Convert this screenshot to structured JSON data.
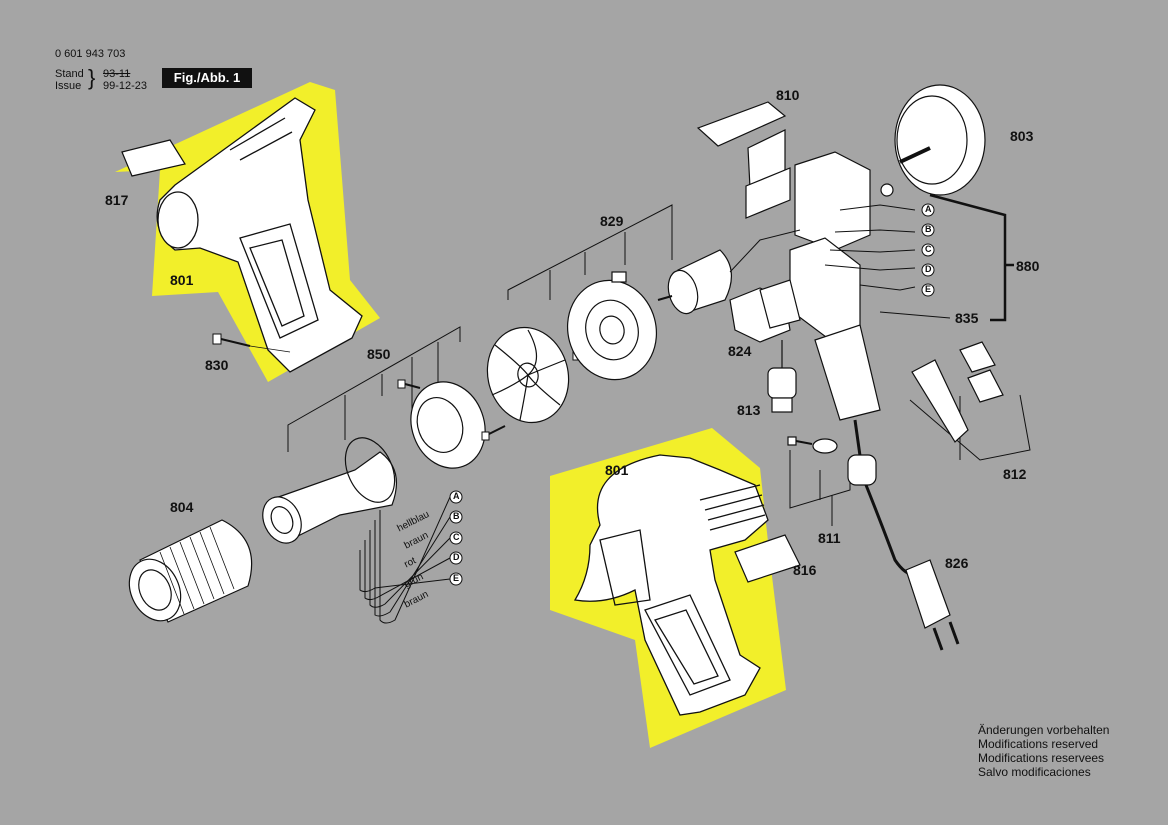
{
  "header": {
    "part_number": "0 601 943 703",
    "stand_label": "Stand",
    "issue_label": "Issue",
    "stand_value": "93-11",
    "issue_value": "99-12-23",
    "figure_label": "Fig./Abb. 1"
  },
  "callouts": {
    "c817": "817",
    "c801_top": "801",
    "c830": "830",
    "c850": "850",
    "c829": "829",
    "c810": "810",
    "c803": "803",
    "c880": "880",
    "c835": "835",
    "c824": "824",
    "c813": "813",
    "c812": "812",
    "c804": "804",
    "c801_bottom": "801",
    "c816": "816",
    "c811": "811",
    "c826": "826"
  },
  "terminals": [
    "A",
    "B",
    "C",
    "D",
    "E"
  ],
  "wires": [
    "hellblau",
    "braun",
    "rot",
    "grün",
    "braun"
  ],
  "footer": [
    "Änderungen vorbehalten",
    "Modifications reserved",
    "Modifications reservees",
    "Salvo modificaciones"
  ],
  "colors": {
    "background": "#a5a5a5",
    "highlight": "#f2ef2a",
    "line": "#111111",
    "part_fill": "#ffffff"
  }
}
